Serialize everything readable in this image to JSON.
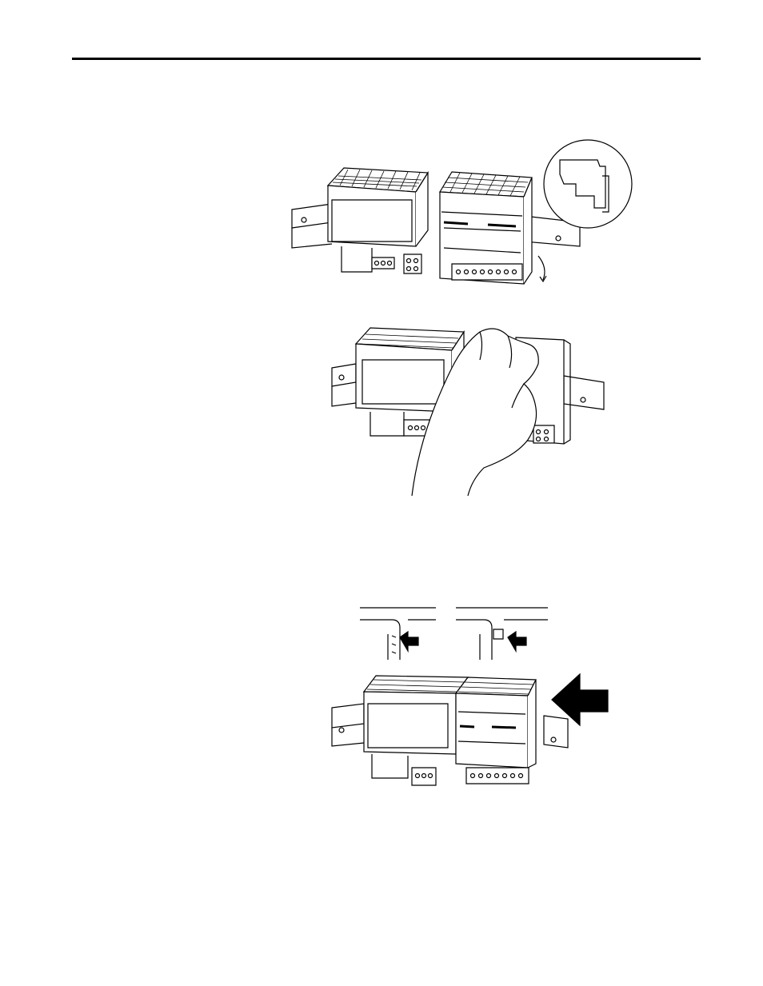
{
  "page": {
    "header_rule": true
  },
  "figures": [
    {
      "id": "fig1",
      "icon": "module-rail-mount-illustration",
      "detail_icon": "latch-detail-inset-icon"
    },
    {
      "id": "fig2",
      "icon": "hand-press-module-illustration"
    },
    {
      "id": "fig3",
      "icon": "slide-modules-together-illustration",
      "detail_icon": "push-arrow-icon"
    }
  ],
  "colors": {
    "ink": "#000000",
    "paper": "#ffffff"
  }
}
